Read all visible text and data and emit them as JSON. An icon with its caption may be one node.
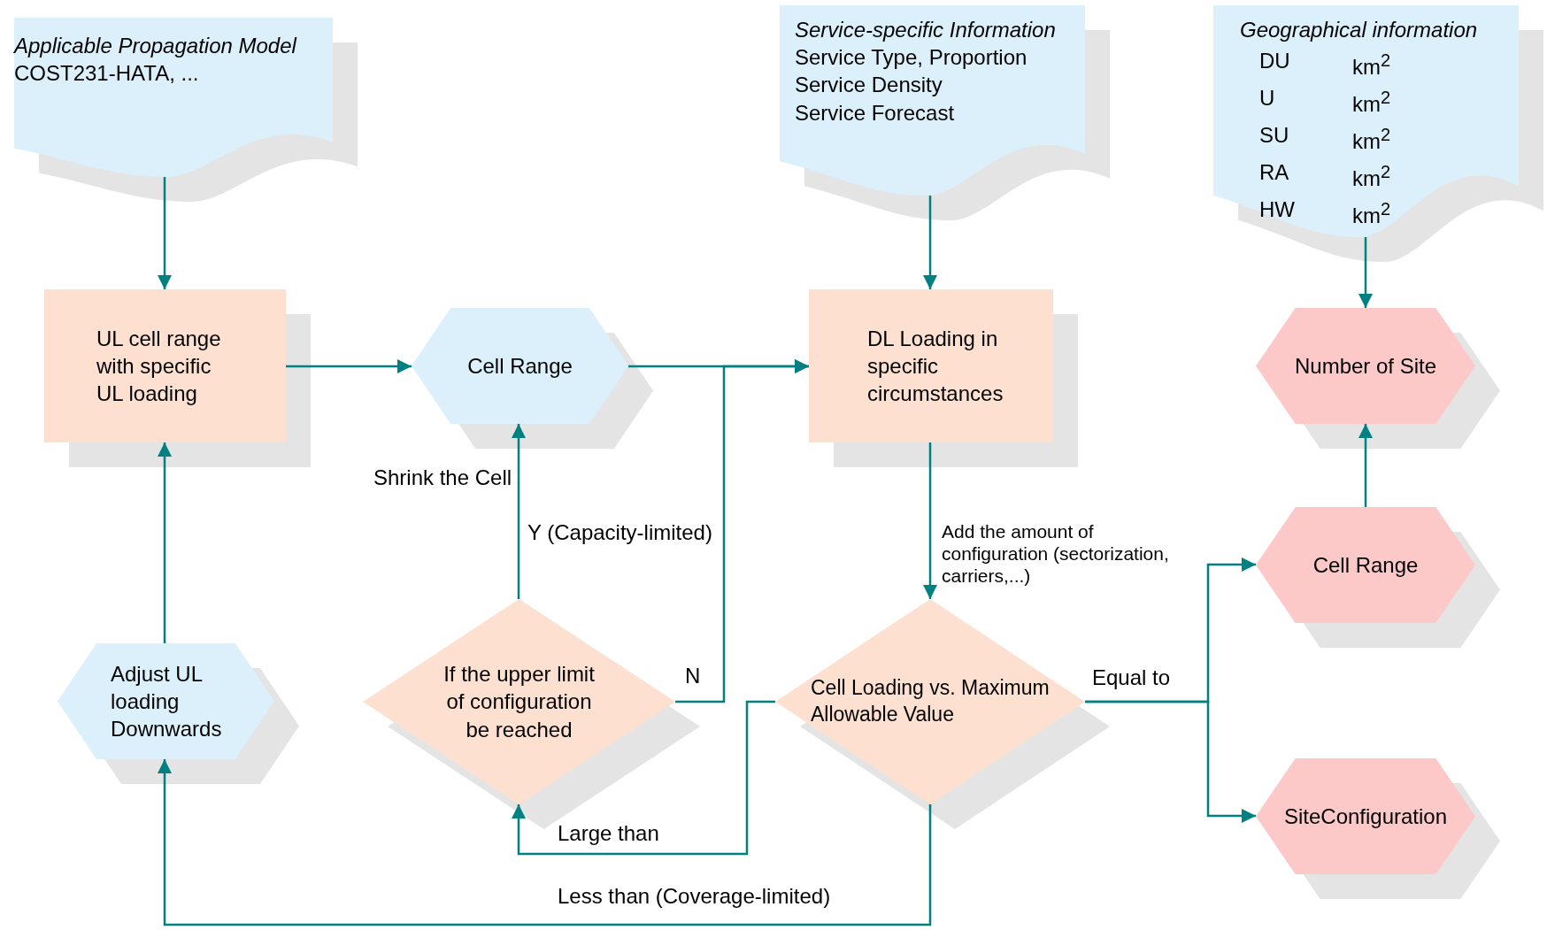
{
  "diagram": {
    "nodes": [
      {
        "text": [
          "Applicable Propagation Model",
          "COST231-HATA, ..."
        ]
      },
      {
        "text": [
          "Service-specific Information",
          "Service Type, Proportion",
          "Service Density",
          "Service Forecast"
        ]
      },
      {
        "text": [
          "Geographical information",
          "DU",
          "km$^{2}$",
          "U",
          "km$^{2}$",
          "SU",
          "km$^{2}$",
          "RA",
          "km$^{2}$",
          "HW",
          "km$^{2}$"
        ]
      },
      {
        "text": [
          "UL cell range with specific UL loading"
        ]
      },
      {
        "text": [
          "Cell Range"
        ]
      },
      {
        "text": [
          "DL Loading in specific circumstances"
        ]
      },
      {
        "text": [
          "Number of Site"
        ]
      },
      {
        "text": [
          "Adjust UL loading Downwards"
        ]
      },
      {
        "text": [
          "If the upper limit of configuration be reached"
        ]
      },
      {
        "text": [
          "Cell Loading vs. Maximum Allowable Value"
        ]
      },
      {
        "text": [
          "Cell Range"
        ]
      },
      {
        "text": [
          "SiteConfiguration"
        ]
      }
    ],
    "edges": [
      {
        "from": 0,
        "to": 3,
        "arrow": "to"
      },
      {
        "from": 1,
        "to": 5,
        "arrow": "to"
      },
      {
        "from": 2,
        "to": 6,
        "arrow": "to"
      },
      {
        "from": 3,
        "to": 4,
        "arrow": "to"
      },
      {
        "from": 4,
        "to": 5,
        "arrow": "to"
      },
      {
        "from": 8,
        "to": 5,
        "arrow": "to",
        "label": "N"
      },
      {
        "from": 8,
        "to": 4,
        "arrow": "to",
        "label": "Y (Capacity-limited)"
      },
      {
        "from": 5,
        "to": 9,
        "arrow": "to"
      },
      {
        "from": 9,
        "to": 8,
        "arrow": "to",
        "label": "Large than"
      },
      {
        "from": 9,
        "to": 7,
        "arrow": "to",
        "label": "Less than (Coverage-limited)"
      },
      {
        "from": 7,
        "to": 3,
        "arrow": "to"
      },
      {
        "from": 9,
        "to": 10,
        "arrow": "to",
        "label": "Equal to"
      },
      {
        "from": 9,
        "to": 11,
        "arrow": "to"
      },
      {
        "from": 10,
        "to": 6,
        "arrow": "to"
      }
    ],
    "labels": [
      "Shrink the Cell",
      "Add the amount of configuration (sectorization, carriers,...)"
    ]
  }
}
